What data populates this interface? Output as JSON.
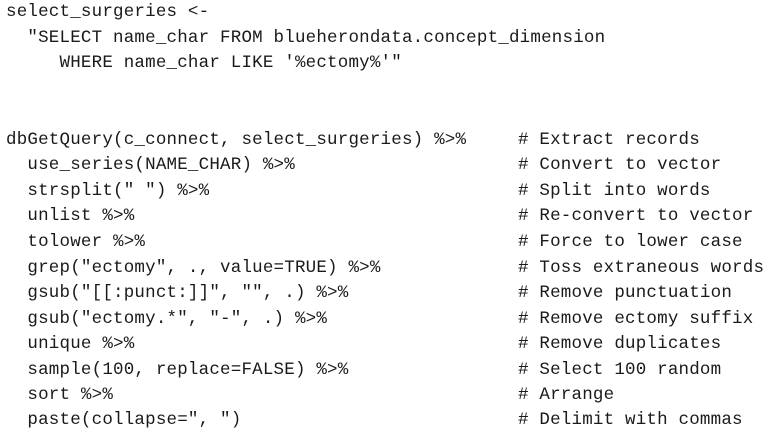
{
  "code_block": {
    "header_lines": [
      "select_surgeries <-",
      "  \"SELECT name_char FROM blueherondata.concept_dimension",
      "     WHERE name_char LIKE '%ectomy%'\""
    ],
    "pipeline_lines": [
      {
        "code": "dbGetQuery(c_connect, select_surgeries) %>%",
        "comment": "# Extract records"
      },
      {
        "code": "  use_series(NAME_CHAR) %>%",
        "comment": "# Convert to vector"
      },
      {
        "code": "  strsplit(\" \") %>%",
        "comment": "# Split into words"
      },
      {
        "code": "  unlist %>%",
        "comment": "# Re-convert to vector"
      },
      {
        "code": "  tolower %>%",
        "comment": "# Force to lower case"
      },
      {
        "code": "  grep(\"ectomy\", ., value=TRUE) %>%",
        "comment": "# Toss extraneous words"
      },
      {
        "code": "  gsub(\"[[:punct:]]\", \"\", .) %>%",
        "comment": "# Remove punctuation"
      },
      {
        "code": "  gsub(\"ectomy.*\", \"-\", .) %>%",
        "comment": "# Remove ectomy suffix"
      },
      {
        "code": "  unique %>%",
        "comment": "# Remove duplicates"
      },
      {
        "code": "  sample(100, replace=FALSE) %>%",
        "comment": "# Select 100 random"
      },
      {
        "code": "  sort %>%",
        "comment": "# Arrange"
      },
      {
        "code": "  paste(collapse=\", \")",
        "comment": "# Delimit with commas"
      }
    ]
  }
}
